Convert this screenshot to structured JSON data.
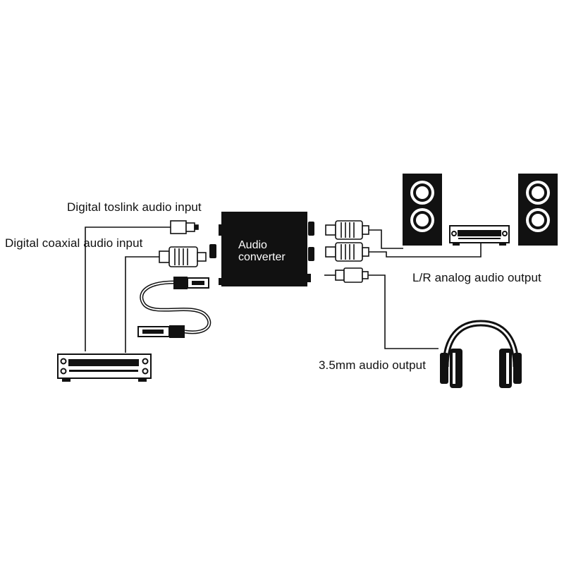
{
  "labels": {
    "toslink_input": "Digital toslink audio input",
    "coaxial_input": "Digital coaxial audio input",
    "converter_line1": "Audio",
    "converter_line2": "converter",
    "lr_output": "L/R analog audio output",
    "headphone_output": "3.5mm audio output"
  },
  "colors": {
    "background": "#ffffff",
    "ink": "#111111",
    "converter_body": "#111111",
    "converter_text": "#ffffff"
  },
  "icons": [
    "toslink-plug-icon",
    "rca-plug-icon",
    "usb-plug-icon",
    "dvd-player-icon",
    "speaker-icon",
    "amplifier-icon",
    "headphones-icon",
    "jack-plug-icon"
  ]
}
